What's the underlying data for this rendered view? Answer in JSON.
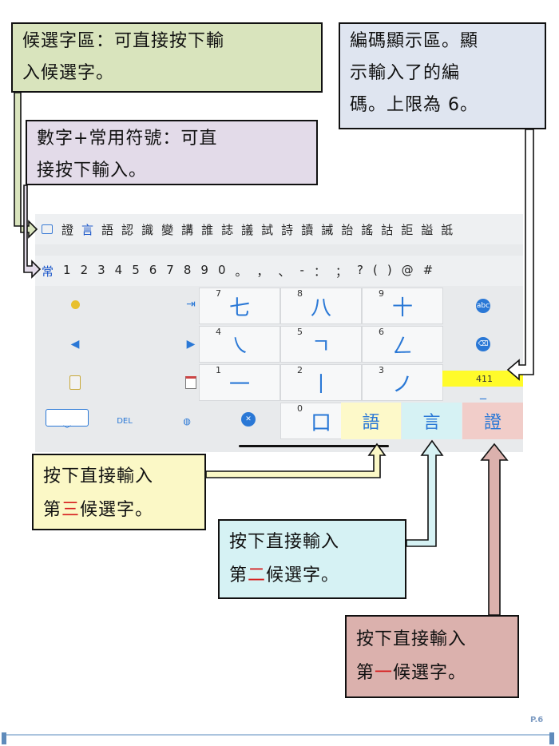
{
  "callouts": {
    "candidate_zone": {
      "line1": "候選字區：可直接按下輸",
      "line2": "入候選字。"
    },
    "code_zone": {
      "line1": "編碼顯示區。顯",
      "line2": "示輸入了的編",
      "line3": "碼。上限為 6。"
    },
    "number_zone": {
      "line1": "數字+常用符號：可直",
      "line2": "接按下輸入。"
    },
    "third": {
      "line1": "按下直接輸入",
      "pre": "第",
      "ordinal": "三",
      "post": "候選字。"
    },
    "second": {
      "line1": "按下直接輸入",
      "pre": "第",
      "ordinal": "二",
      "post": "候選字。"
    },
    "first": {
      "line1": "按下直接輸入",
      "pre": "第",
      "ordinal": "一",
      "post": "候選字。"
    }
  },
  "candidates": [
    "證",
    "言",
    "語",
    "認",
    "識",
    "變",
    "講",
    "誰",
    "誌",
    "議",
    "試",
    "詩",
    "讀",
    "誡",
    "詒",
    "謠",
    "詁",
    "詎",
    "謚",
    "詆"
  ],
  "number_row": {
    "label": "常",
    "items": [
      "1",
      "2",
      "3",
      "4",
      "5",
      "6",
      "7",
      "8",
      "9",
      "0",
      "。",
      "，",
      "、",
      "-",
      "：",
      "；",
      "?",
      "(",
      ")",
      "@",
      "#"
    ]
  },
  "keypad": {
    "zhuyin": [
      {
        "num": "7",
        "sym": "七"
      },
      {
        "num": "8",
        "sym": "八"
      },
      {
        "num": "9",
        "sym": "十"
      },
      {
        "num": "4",
        "sym": "㇏"
      },
      {
        "num": "5",
        "sym": "ㄱ"
      },
      {
        "num": "6",
        "sym": "ㄥ"
      },
      {
        "num": "1",
        "sym": "一"
      },
      {
        "num": "2",
        "sym": "丨"
      },
      {
        "num": "3",
        "sym": "ノ"
      },
      {
        "num": "0",
        "sym": "口"
      }
    ],
    "code_display": "411",
    "del_label": "DEL",
    "abc_label": "abc",
    "cand_keys": [
      "語",
      "言",
      "證"
    ],
    "underscore": "_"
  },
  "page_number": "P.6",
  "colors": {
    "accent": "#2a78d6",
    "yellow_highlight": "#fffb2a"
  }
}
